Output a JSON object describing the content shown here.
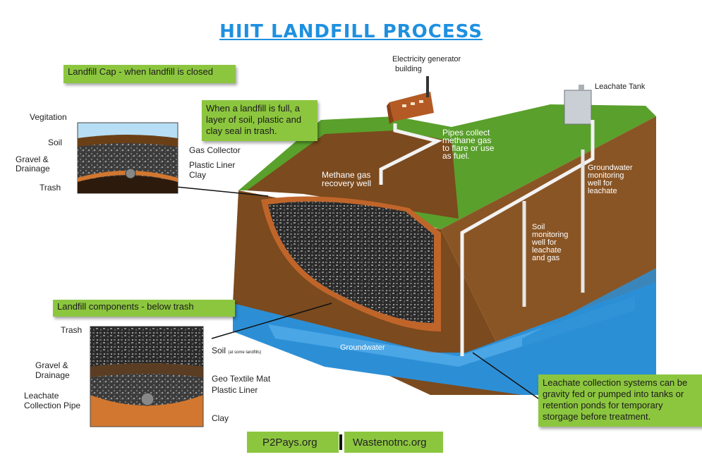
{
  "title": "HIIT LANDFILL PROCESS",
  "boxes": {
    "cap": "Landfill Cap - when landfill is closed",
    "full": "When a landfill is full, a layer of soil, plastic and clay seal in trash.",
    "components": "Landfill components - below trash",
    "leachate_systems": "Leachate collection systems can be gravity fed or pumped into tanks or retention ponds for temporary storgage before treatment."
  },
  "cap_inset_labels": {
    "vegetation": "Vegitation",
    "soil": "Soil",
    "gravel": "Gravel &",
    "drainage": "Drainage",
    "trash": "Trash",
    "gas_collector": "Gas Collector",
    "plastic_liner": "Plastic Liner",
    "clay": "Clay"
  },
  "bottom_inset_labels": {
    "trash": "Trash",
    "gravel": "Gravel &",
    "drainage": "Drainage",
    "leachate1": "Leachate",
    "leachate2": "Collection Pipe",
    "soil": "Soil",
    "soil_note": "(at some landfills)",
    "geo_textile": "Geo Textile Mat",
    "plastic_liner": "Plastic Liner",
    "clay": "Clay"
  },
  "scene_labels": {
    "electricity": "Electricity generator",
    "building": "building",
    "leachate_tank": "Leachate Tank",
    "pipes1": "Pipes collect",
    "pipes2": "methane gas",
    "pipes3": "to flare or use",
    "pipes4": "as fuel.",
    "methane1": "Methane gas",
    "methane2": "recovery well",
    "gw1": "Groundwater",
    "gw2": "monitoring",
    "gw3": "well for",
    "gw4": "leachate",
    "soilmon1": "Soil",
    "soilmon2": "monitoring",
    "soilmon3": "well for",
    "soilmon4": "leachate",
    "soilmon5": "and gas",
    "groundwater": "Groundwater"
  },
  "footer": {
    "left": "P2Pays.org",
    "right": "Wastenotnc.org"
  },
  "colors": {
    "title": "#1e90e0",
    "green_box": "#8cc63f",
    "soil_brown": "#7b4a1e",
    "water": "#2c8fd6",
    "grass": "#5aa02c"
  }
}
